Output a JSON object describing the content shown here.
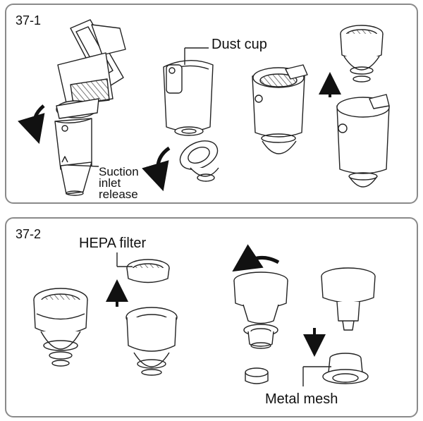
{
  "panel1": {
    "step": "37-1",
    "labels": {
      "dust_cup": "Dust cup",
      "suction_line1": "Suction",
      "suction_line2": "inlet",
      "suction_line3": "release"
    }
  },
  "panel2": {
    "step": "37-2",
    "labels": {
      "hepa_filter": "HEPA filter",
      "metal_mesh": "Metal mesh"
    }
  },
  "colors": {
    "line": "#222222",
    "border": "#8a8a8a",
    "hatch": "#555555"
  },
  "icons": [
    "rotate-arrow-icon",
    "up-arrow-icon",
    "down-arrow-icon"
  ]
}
